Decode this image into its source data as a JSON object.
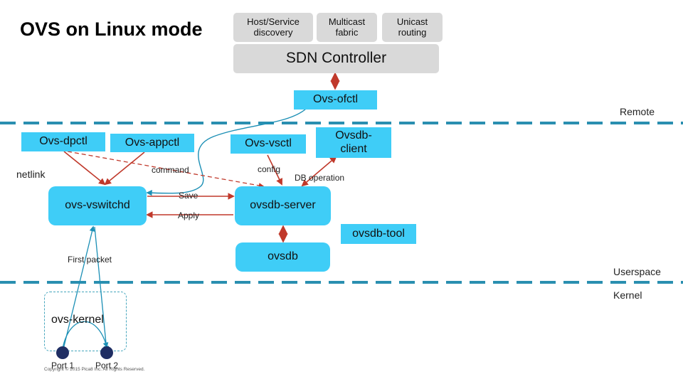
{
  "title": "OVS on Linux mode",
  "apps": [
    {
      "label": "Host/Service discovery"
    },
    {
      "label": "Multicast fabric"
    },
    {
      "label": "Unicast routing"
    }
  ],
  "controller": "SDN Controller",
  "tools": {
    "ofctl": "Ovs-ofctl",
    "dpctl": "Ovs-dpctl",
    "appctl": "Ovs-appctl",
    "vsctl": "Ovs-vsctl",
    "ovsdb_client": "Ovsdb-client",
    "ovsdb_tool": "ovsdb-tool"
  },
  "components": {
    "vswitchd": "ovs-vswitchd",
    "ovsdb_server": "ovsdb-server",
    "ovsdb": "ovsdb",
    "kernel": "ovs-kernel"
  },
  "edge_labels": {
    "netlink": "netlink",
    "command": "command",
    "config": "config",
    "db_operation": "DB operation",
    "save": "Save",
    "apply": "Apply",
    "first_packet": "First packet"
  },
  "layers": {
    "remote": "Remote",
    "userspace": "Userspace",
    "kernel": "Kernel"
  },
  "ports": [
    "Port 1",
    "Port 2"
  ],
  "copyright": "Copyright © 2015 Pica8 Inc. All Rights Reserved.",
  "colors": {
    "cyan": "#3fcdf7",
    "gray": "#d9d9d9",
    "arrow_red": "#c0392b",
    "separator": "#2a8fb0",
    "port": "#1f2e63",
    "teal_line": "#1b8fb5"
  }
}
